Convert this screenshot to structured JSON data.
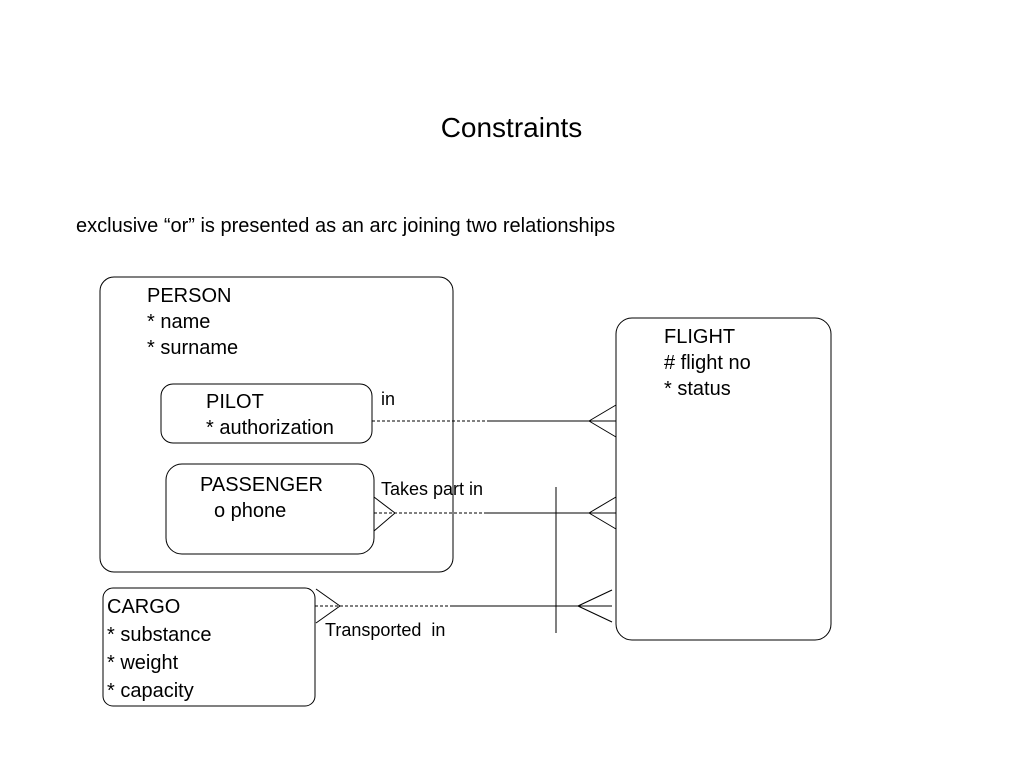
{
  "title": "Constraints",
  "subtitle": "exclusive “or”  is presented as an arc joining two relationships",
  "entities": {
    "person": {
      "name": "PERSON",
      "attributes": [
        "* name",
        "* surname"
      ]
    },
    "pilot": {
      "name": "PILOT",
      "attributes": [
        "* authorization"
      ]
    },
    "passenger": {
      "name": "PASSENGER",
      "attributes": [
        "o phone"
      ]
    },
    "cargo": {
      "name": "CARGO",
      "attributes": [
        "* substance",
        "* weight",
        "* capacity"
      ]
    },
    "flight": {
      "name": "FLIGHT",
      "attributes": [
        "# flight no",
        "* status"
      ]
    }
  },
  "relationships": {
    "pilot_flight": "in",
    "passenger_flight": "Takes part in",
    "cargo_flight": "Transported  in"
  }
}
